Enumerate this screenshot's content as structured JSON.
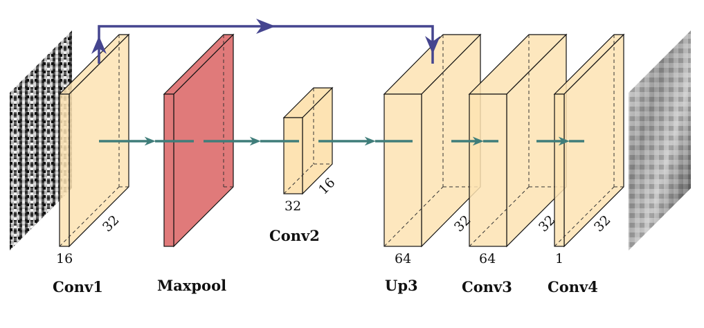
{
  "colors": {
    "conv_fill": "#fde3b3",
    "pool_fill": "#e07a7a",
    "flow_arrow": "#3f7d7a",
    "skip_arrow": "#45458f",
    "edge": "#111111"
  },
  "labels": {
    "conv1": "Conv1",
    "maxpool": "Maxpool",
    "conv2": "Conv2",
    "up3": "Up3",
    "conv3": "Conv3",
    "conv4": "Conv4"
  },
  "dims": {
    "conv1_channels": "16",
    "conv1_size": "32",
    "conv2_channels": "32",
    "conv2_size": "16",
    "up3_channels": "64",
    "up3_size": "32",
    "conv3_channels": "64",
    "conv3_size": "32",
    "conv4_channels": "1",
    "conv4_size": "32"
  },
  "images": {
    "input": "noisy-input-image",
    "output": "output-image"
  }
}
